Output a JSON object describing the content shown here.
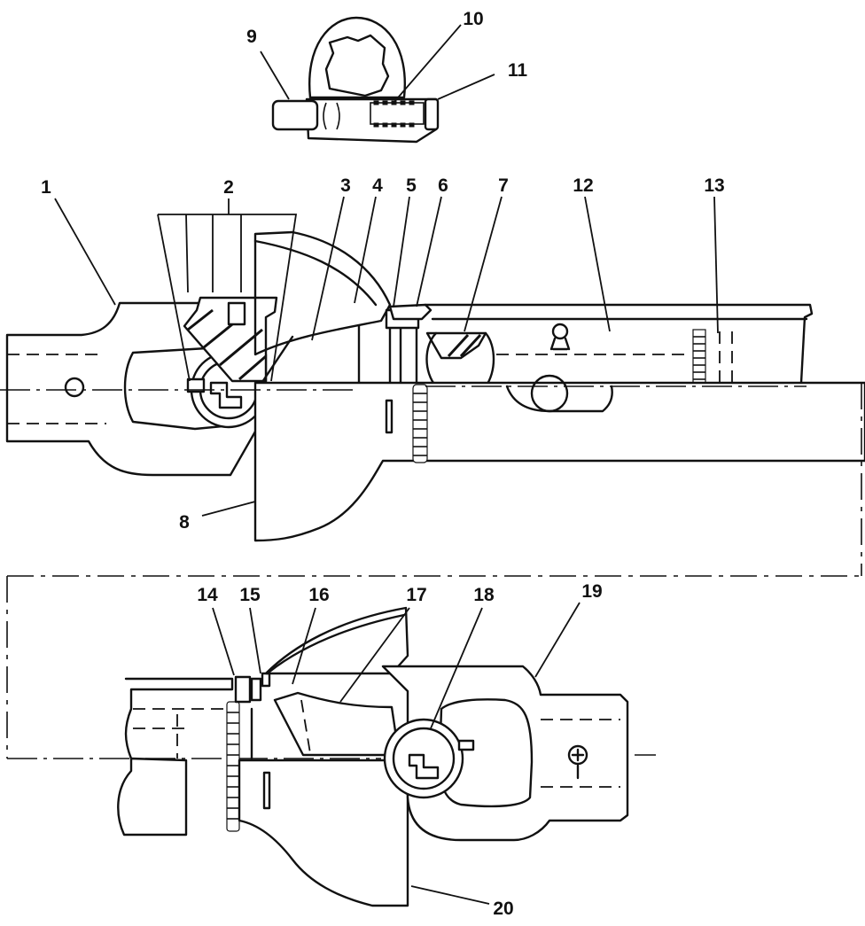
{
  "figure": {
    "callouts": [
      {
        "id": "c1",
        "text": "1"
      },
      {
        "id": "c2",
        "text": "2"
      },
      {
        "id": "c3",
        "text": "3"
      },
      {
        "id": "c4",
        "text": "4"
      },
      {
        "id": "c5",
        "text": "5"
      },
      {
        "id": "c6",
        "text": "6"
      },
      {
        "id": "c7",
        "text": "7"
      },
      {
        "id": "c8",
        "text": "8"
      },
      {
        "id": "c9",
        "text": "9"
      },
      {
        "id": "c10",
        "text": "10"
      },
      {
        "id": "c11",
        "text": "11"
      },
      {
        "id": "c12",
        "text": "12"
      },
      {
        "id": "c13",
        "text": "13"
      },
      {
        "id": "c14",
        "text": "14"
      },
      {
        "id": "c15",
        "text": "15"
      },
      {
        "id": "c16",
        "text": "16"
      },
      {
        "id": "c17",
        "text": "17"
      },
      {
        "id": "c18",
        "text": "18"
      },
      {
        "id": "c19",
        "text": "19"
      },
      {
        "id": "c20",
        "text": "20"
      }
    ]
  }
}
